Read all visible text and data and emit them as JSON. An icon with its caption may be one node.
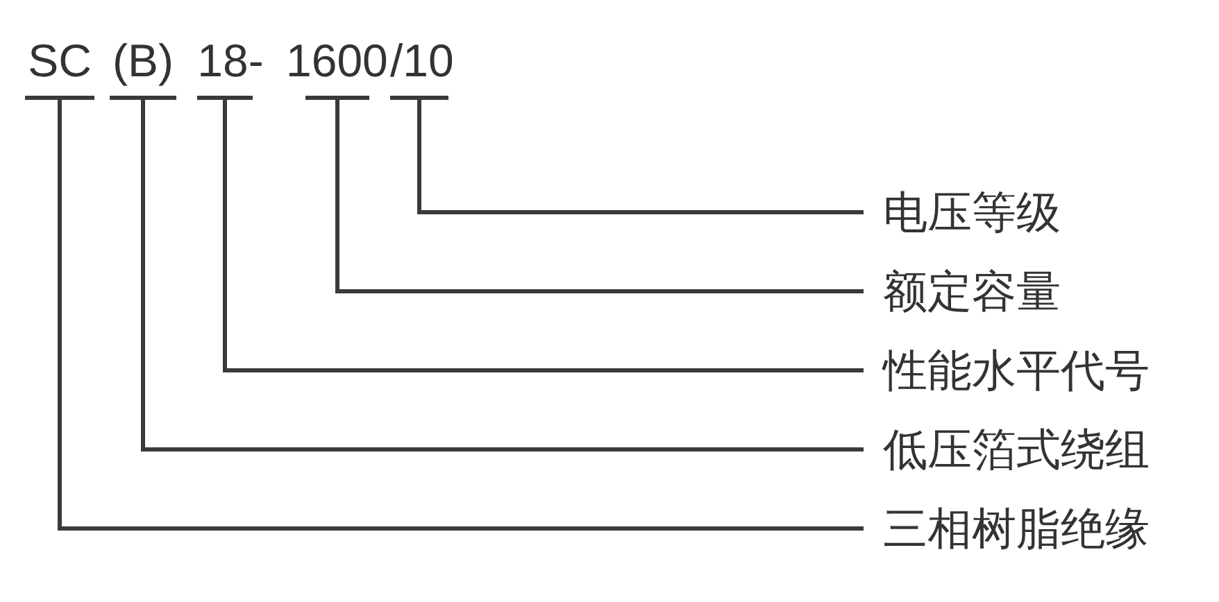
{
  "diagram": {
    "nodes": [
      {
        "text": [
          "SC"
        ]
      },
      {
        "text": [
          "(B)"
        ]
      },
      {
        "text": [
          "18-"
        ]
      },
      {
        "text": [
          "1600"
        ]
      },
      {
        "text": [
          "/10"
        ]
      },
      {
        "text": [
          "电压等级"
        ]
      },
      {
        "text": [
          "额定容量"
        ]
      },
      {
        "text": [
          "性能水平代号"
        ]
      },
      {
        "text": [
          "低压箔式绕组"
        ]
      },
      {
        "text": [
          "三相树脂绝缘"
        ]
      }
    ],
    "edges": [
      {
        "from": 4,
        "to": 5,
        "arrow": "none"
      },
      {
        "from": 3,
        "to": 6,
        "arrow": "none"
      },
      {
        "from": 2,
        "to": 7,
        "arrow": "none"
      },
      {
        "from": 1,
        "to": 8,
        "arrow": "none"
      },
      {
        "from": 0,
        "to": 9,
        "arrow": "none"
      }
    ]
  }
}
